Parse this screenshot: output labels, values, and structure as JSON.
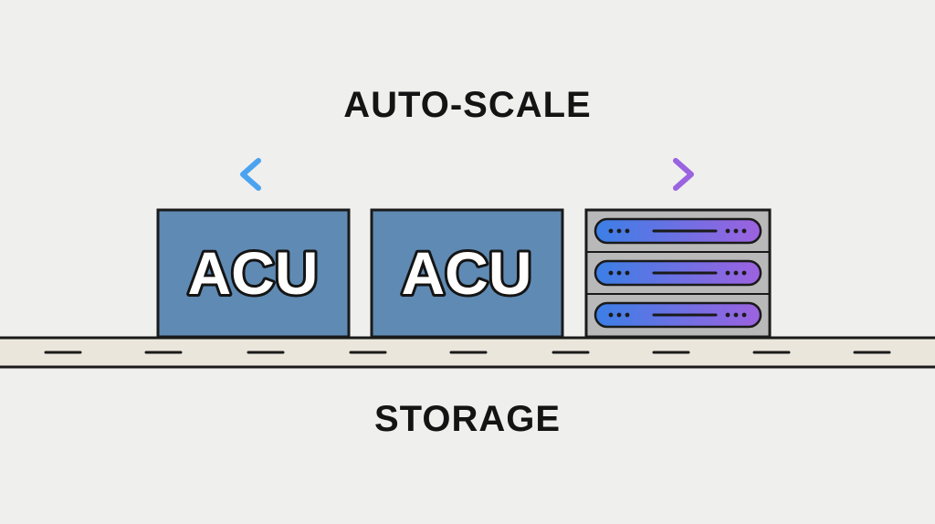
{
  "diagram": {
    "scale_label": "AUTO-SCALE",
    "storage_label": "STORAGE",
    "units": [
      {
        "label": "ACU"
      },
      {
        "label": "ACU"
      }
    ],
    "colors": {
      "background": "#efefee",
      "acu_fill": "#5f8ab3",
      "outline": "#1a1a1a",
      "arrow_start": "#4aa3f0",
      "arrow_end": "#9a63e0",
      "server_chassis": "#b9b9b9",
      "server_bay_start": "#3b7fe6",
      "server_bay_end": "#9d62e0",
      "storage_band": "#ebe6dc"
    },
    "icons": {
      "arrow": "double-headed-arrow-icon",
      "server": "server-rack-icon"
    }
  }
}
